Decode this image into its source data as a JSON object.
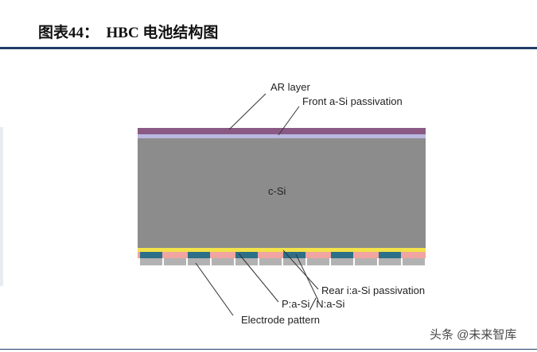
{
  "header": {
    "title": "图表44：  HBC 电池结构图"
  },
  "diagram": {
    "labels": {
      "ar_layer": "AR layer",
      "front_passivation": "Front a-Si passivation",
      "bulk": "c-Si",
      "rear_passivation": "Rear i:a-Si passivation",
      "doped_layers": "P:a-Si╱N:a-Si",
      "electrode": "Electrode pattern"
    },
    "colors": {
      "ar_layer": "#8a5a85",
      "front_passivation": "#b9b9e0",
      "bulk": "#8c8c8c",
      "rear_passivation": "#f2e24a",
      "p_layer": "#f0a5a0",
      "n_layer": "#2e6f88",
      "electrode": "#b2b2b2",
      "leader": "#333333"
    }
  },
  "watermark": {
    "text": "头条 @未来智库"
  }
}
